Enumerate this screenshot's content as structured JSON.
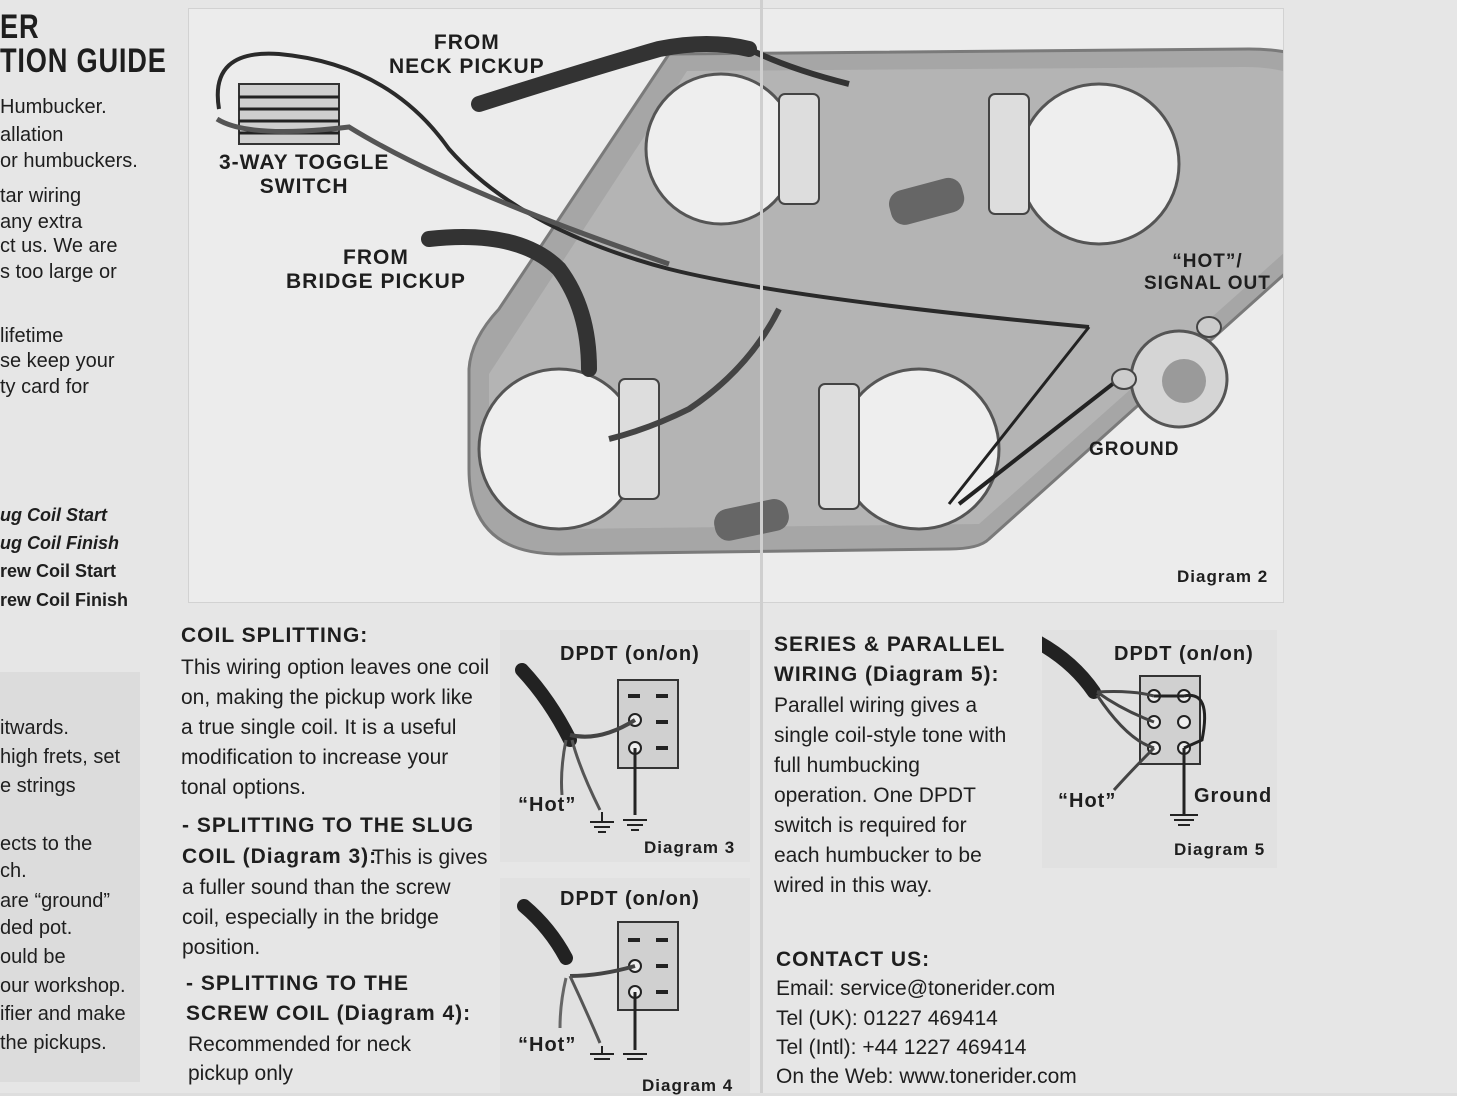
{
  "left_column": {
    "title_lines": [
      "ER",
      "TION GUIDE"
    ],
    "intro_lines": [
      "Humbucker.",
      "allation",
      "or humbuckers.",
      "tar wiring",
      "any extra",
      "ct us. We are",
      "s too large or"
    ],
    "warranty_lines": [
      "lifetime",
      "se keep your",
      "ty card for"
    ],
    "color_key": [
      "ug Coil Start",
      "ug Coil Finish",
      "rew Coil Start",
      "rew Coil Finish"
    ],
    "bottom_lines": [
      "itwards.",
      "high frets, set",
      "e strings",
      "",
      "ects to the",
      "ch.",
      "are “ground”",
      "ded pot.",
      "ould be",
      "our workshop.",
      "ifier and make",
      "the pickups."
    ]
  },
  "diagram2": {
    "labels": {
      "neck": "FROM\nNECK PICKUP",
      "toggle": "3-WAY TOGGLE\nSWITCH",
      "bridge": "FROM\nBRIDGE PICKUP",
      "hot": "“HOT”/\nSIGNAL OUT",
      "ground": "GROUND"
    },
    "caption": "Diagram 2"
  },
  "coil_splitting": {
    "heading": "COIL SPLITTING:",
    "body": [
      "This wiring option leaves one coil",
      "on, making the pickup work like",
      "a true single coil. It is a useful",
      "modification to increase your",
      "tonal options."
    ],
    "slug_heading": [
      "- SPLITTING TO THE SLUG",
      "COIL (Diagram 3):"
    ],
    "slug_body_first": "This is gives",
    "slug_body": [
      "a fuller sound than the screw",
      "coil, especially in the bridge",
      "position."
    ],
    "screw_heading": [
      "- SPLITTING TO THE",
      "SCREW COIL (Diagram 4):"
    ],
    "screw_body": [
      "Recommended for neck",
      "pickup only"
    ]
  },
  "diagram3": {
    "switch": "DPDT (on/on)",
    "hot": "“Hot”",
    "caption": "Diagram 3"
  },
  "diagram4": {
    "switch": "DPDT (on/on)",
    "hot": "“Hot”",
    "caption": "Diagram 4"
  },
  "series_parallel": {
    "heading": [
      "SERIES & PARALLEL",
      "WIRING (Diagram 5):"
    ],
    "body": [
      "Parallel wiring gives a",
      "single coil-style tone with",
      "full humbucking",
      "operation. One DPDT",
      "switch is required for",
      "each humbucker to be",
      "wired in this way."
    ]
  },
  "diagram5": {
    "switch": "DPDT (on/on)",
    "hot": "“Hot”",
    "ground": "Ground",
    "caption": "Diagram 5"
  },
  "contact": {
    "heading": "CONTACT US:",
    "email": "Email: service@tonerider.com",
    "tel_uk": "Tel (UK): 01227 469414",
    "tel_intl": "Tel (Intl): +44 1227 469414",
    "web": "On the Web: www.tonerider.com"
  }
}
